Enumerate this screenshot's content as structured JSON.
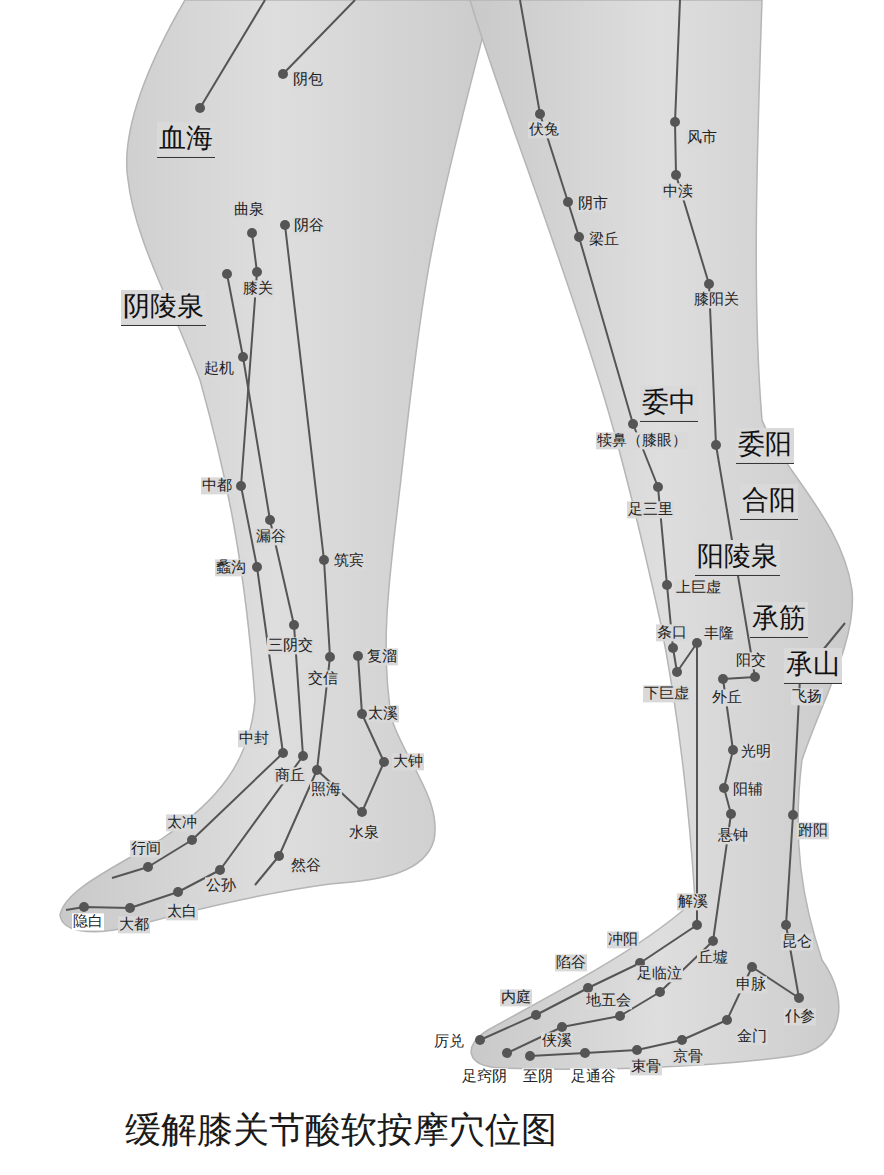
{
  "diagram": {
    "caption": "缓解膝关节酸软按摩穴位图",
    "labels": [
      "阴包",
      "血海",
      "曲泉",
      "阴谷",
      "膝关",
      "阴陵泉",
      "起机",
      "中都",
      "漏谷",
      "蠡沟",
      "筑宾",
      "三阴交",
      "交信",
      "复溜",
      "太溪",
      "大钟",
      "中封",
      "商丘",
      "照海",
      "水泉",
      "太冲",
      "行间",
      "公孙",
      "然谷",
      "太白",
      "隐白",
      "大都",
      "伏兔",
      "风市",
      "中渎",
      "阴市",
      "梁丘",
      "膝阳关",
      "委中",
      "犊鼻（膝眼）",
      "委阳",
      "合阳",
      "足三里",
      "阳陵泉",
      "上巨虚",
      "承筋",
      "条口",
      "丰隆",
      "阳交",
      "承山",
      "下巨虚",
      "外丘",
      "飞扬",
      "光明",
      "阳辅",
      "悬钟",
      "跗阳",
      "解溪",
      "冲阳",
      "丘墟",
      "昆仑",
      "陷谷",
      "足临泣",
      "申脉",
      "内庭",
      "地五会",
      "仆参",
      "厉兑",
      "侠溪",
      "金门",
      "京骨",
      "束骨",
      "足窍阴",
      "至阴",
      "足通谷"
    ]
  }
}
